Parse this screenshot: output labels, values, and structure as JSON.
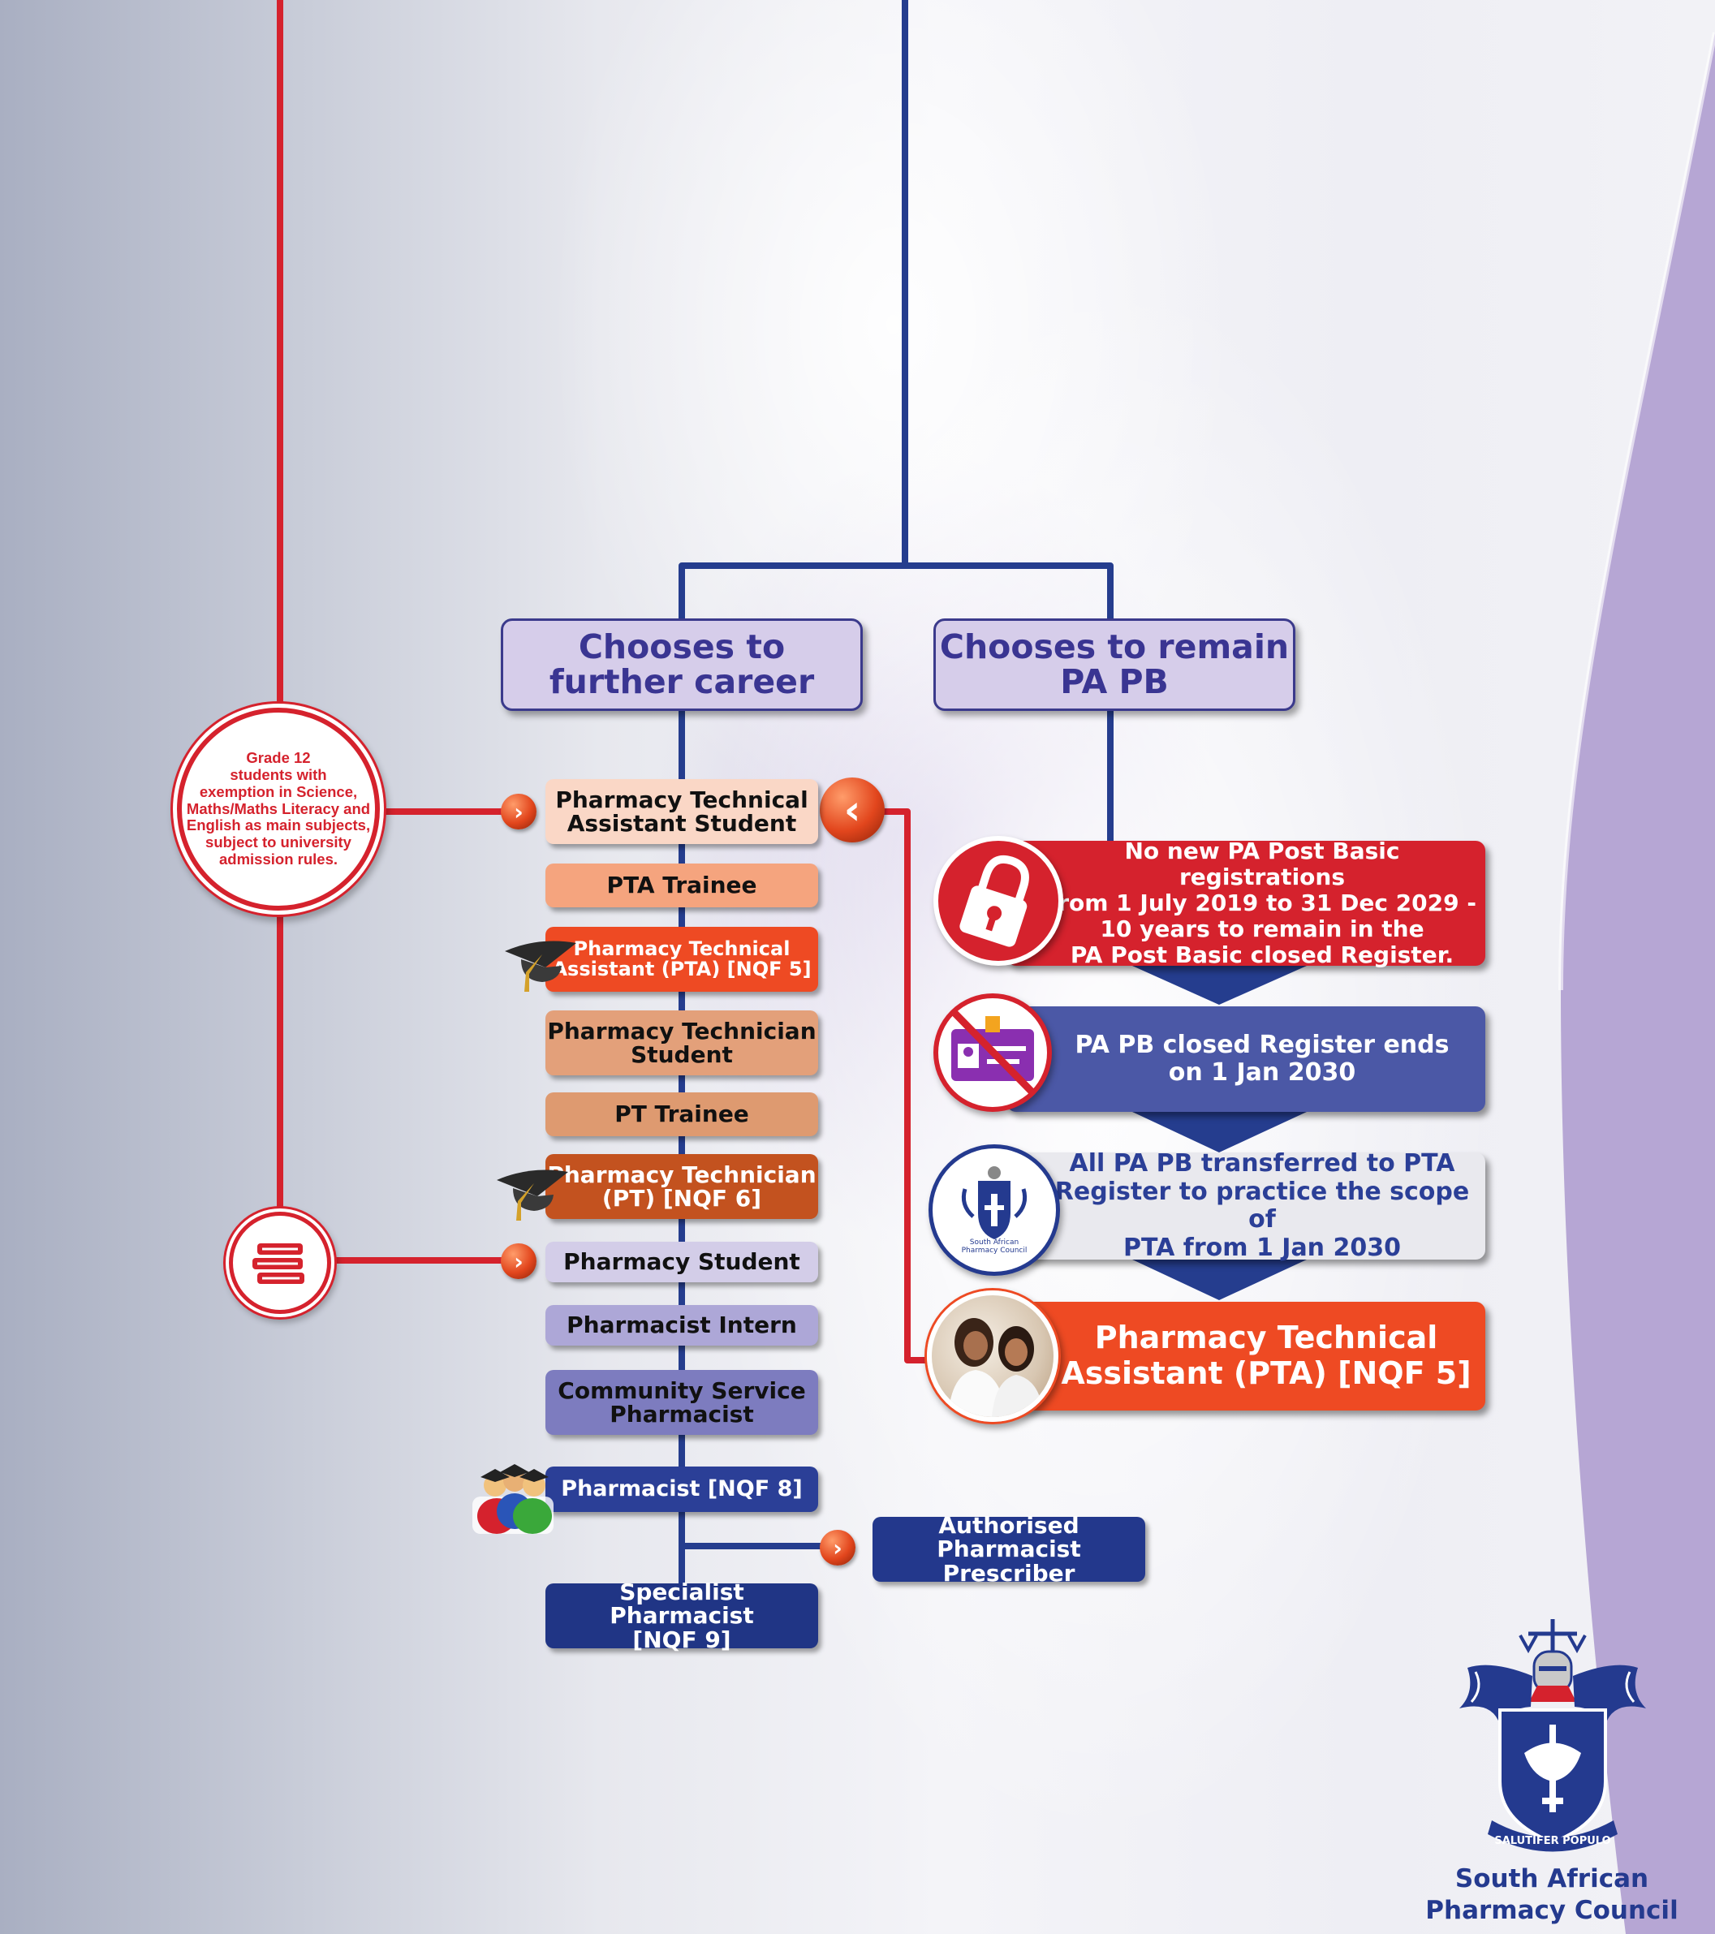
{
  "headers": {
    "further_career": "Chooses to\nfurther career",
    "remain": "Chooses to remain\nPA PB"
  },
  "grade12_note": "Grade 12\nstudents with\nexemption in Science,\nMaths/Maths Literacy and\nEnglish as main subjects,\nsubject to university\nadmission rules.",
  "career_steps": [
    {
      "label": "Pharmacy Technical\nAssistant Student"
    },
    {
      "label": "PTA Trainee"
    },
    {
      "label": "Pharmacy Technical\nAssistant (PTA) [NQF 5]"
    },
    {
      "label": "Pharmacy Technician\nStudent"
    },
    {
      "label": "PT Trainee"
    },
    {
      "label": "Pharmacy Technician\n(PT) [NQF 6]"
    },
    {
      "label": "Pharmacy Student"
    },
    {
      "label": "Pharmacist Intern"
    },
    {
      "label": "Community Service\nPharmacist"
    },
    {
      "label": "Pharmacist [NQF 8]"
    },
    {
      "label": "Authorised\nPharmacist Prescriber"
    },
    {
      "label": "Specialist Pharmacist\n[NQF 9]"
    }
  ],
  "remain_steps": [
    {
      "label": "No new PA Post Basic registrations\nfrom 1 July 2019 to 31 Dec 2029 -\n10 years to remain in the\nPA Post Basic closed Register."
    },
    {
      "label": "PA PB closed Register ends\non 1 Jan 2030"
    },
    {
      "label": "All PA PB transferred to PTA\nRegister to practice the scope of\nPTA from 1 Jan 2030"
    },
    {
      "label": "Pharmacy Technical\nAssistant (PTA) [NQF 5]"
    }
  ],
  "logo": {
    "motto": "SALUTIFER POPULO",
    "seal_text": "South African\nPharmacy Council",
    "name": "South African\nPharmacy Council"
  },
  "colors": {
    "red_line": "#d5222d",
    "blue_line": "#253d8e",
    "purple_band": "#b6a6d4",
    "header_fill": "#d6cdea",
    "orange_accent": "#ee4a23",
    "navy": "#243a8f"
  },
  "icons": [
    "padlock-icon",
    "id-card-prohibited-icon",
    "council-seal-icon",
    "graduation-cap-icon",
    "books-icon",
    "graduates-icon",
    "arrow-bullet-icon",
    "pharmacists-photo"
  ]
}
